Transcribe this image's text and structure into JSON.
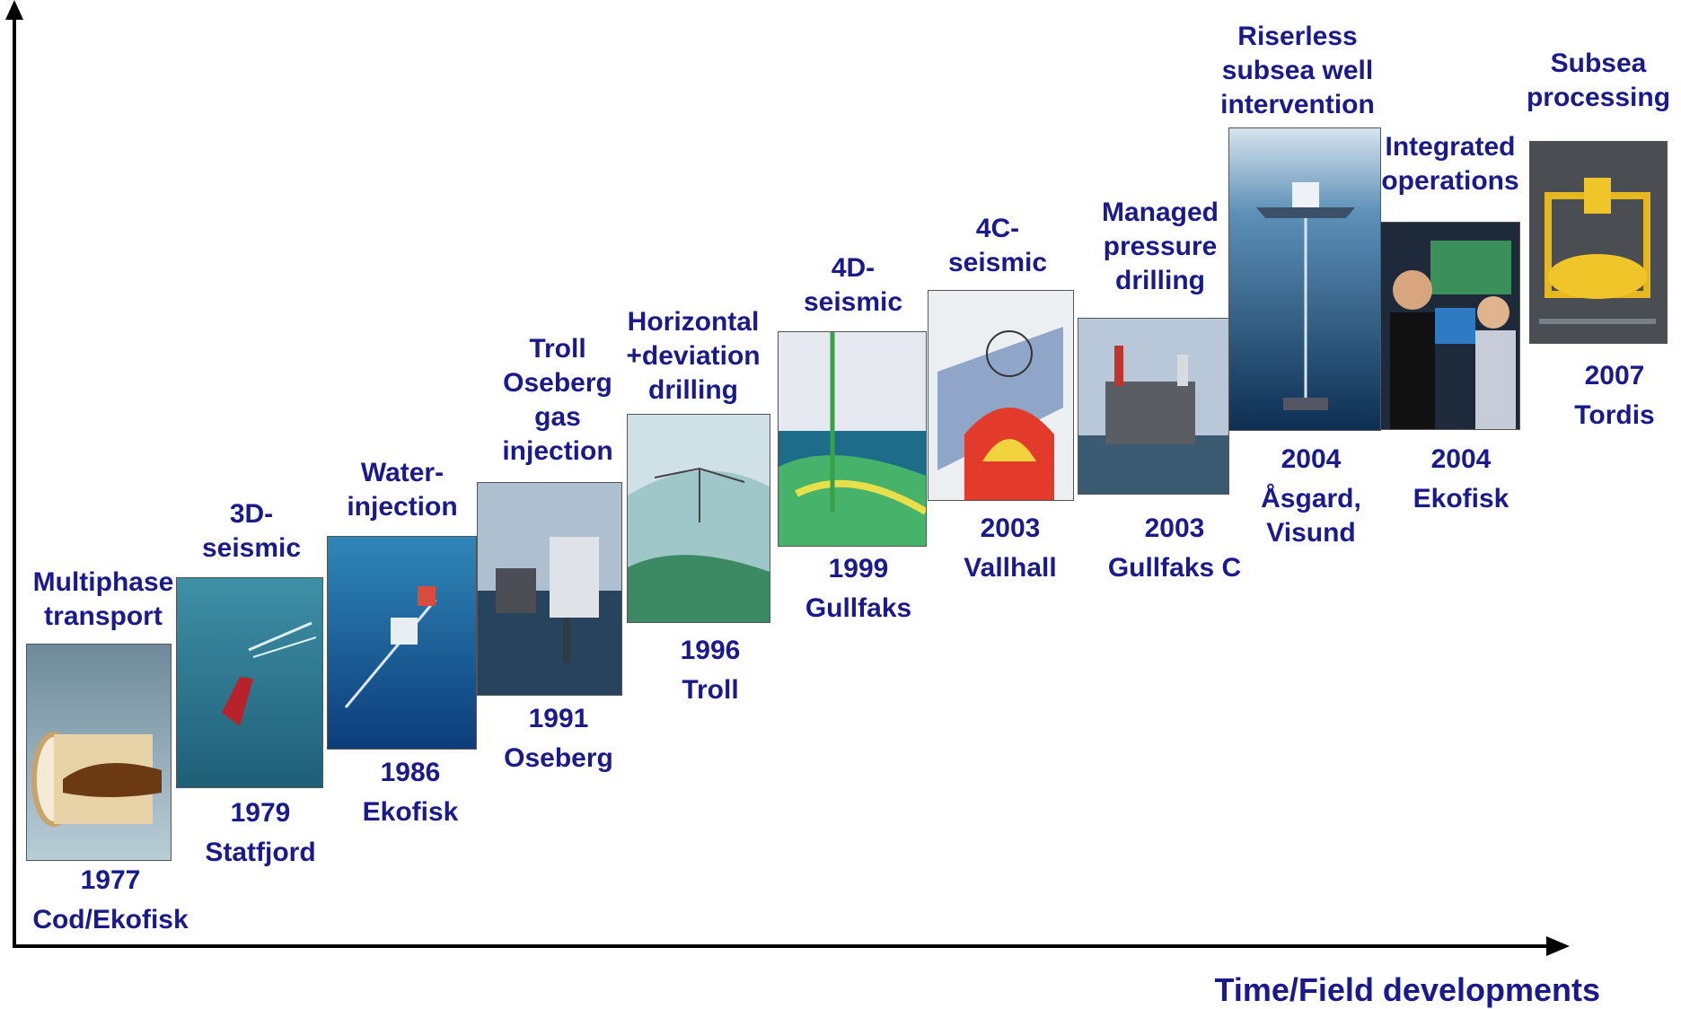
{
  "axis": {
    "x_label": "Time/Field developments"
  },
  "milestones": [
    {
      "tech": "Multiphase\ntransport",
      "year": "1977",
      "field": "Cod/Ekofisk",
      "image": "pipe-flow-image"
    },
    {
      "tech": "3D-\nseismic",
      "year": "1979",
      "field": "Statfjord",
      "image": "seismic-vessel-image"
    },
    {
      "tech": "Water-\ninjection",
      "year": "1986",
      "field": "Ekofisk",
      "image": "ekofisk-complex-image"
    },
    {
      "tech": "Troll\nOseberg\ngas\ninjection",
      "year": "1991",
      "field": "Oseberg",
      "image": "oseberg-platform-image"
    },
    {
      "tech": "Horizontal\n+deviation\ndrilling",
      "year": "1996",
      "field": "Troll",
      "image": "horizontal-wells-image"
    },
    {
      "tech": "4D-\nseismic",
      "year": "1999",
      "field": "Gullfaks",
      "image": "4d-seismic-image"
    },
    {
      "tech": "4C-\nseismic",
      "year": "2003",
      "field": "Vallhall",
      "image": "4c-seismic-image"
    },
    {
      "tech": "Managed\npressure\ndrilling",
      "year": "2003",
      "field": "Gullfaks C",
      "image": "gullfaks-c-platform-image"
    },
    {
      "tech": "Riserless\nsubsea well\nintervention",
      "year": "2004",
      "field": "Åsgard,\nVisund",
      "image": "intervention-vessel-image"
    },
    {
      "tech": "Integrated\noperations",
      "year": "2004",
      "field": "Ekofisk",
      "image": "operations-center-image"
    },
    {
      "tech": "Subsea\nprocessing",
      "year": "2007",
      "field": "Tordis",
      "image": "subsea-module-image"
    }
  ],
  "colors": {
    "text": "#1a1a8c",
    "axis": "#000000"
  }
}
